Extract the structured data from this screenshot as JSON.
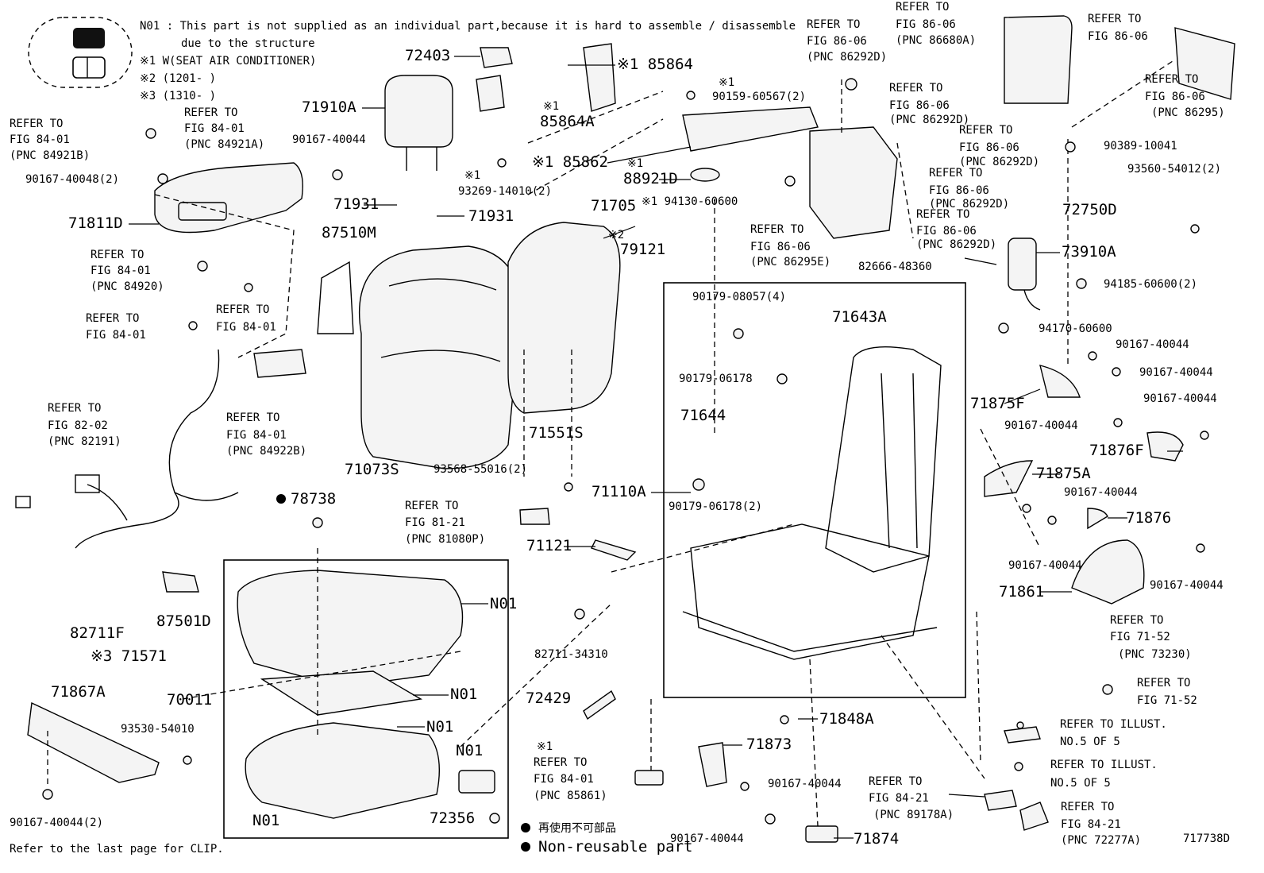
{
  "notes": {
    "n01_line1": "N01 : This part is not supplied as an individual part,because it is hard to assemble / disassemble",
    "n01_line2": "due to the structure",
    "k1": "※1 W(SEAT AIR CONDITIONER)",
    "k2": "※2 (1201-        )",
    "k3": "※3 (1310-        )"
  },
  "footer": {
    "clip_note": "Refer to the last page for CLIP.",
    "nonreusable_jp": "再使用不可部品",
    "nonreusable_en": "Non-reusable part",
    "figure_code": "717738D"
  },
  "labels": [
    {
      "id": "l01",
      "text": "72403"
    },
    {
      "id": "l02",
      "text": "※1 85864"
    },
    {
      "id": "l03",
      "text": "71910A"
    },
    {
      "id": "l04",
      "text": "※1"
    },
    {
      "id": "l05",
      "text": "85864A"
    },
    {
      "id": "l06",
      "text": "※1 85862"
    },
    {
      "id": "l07",
      "text": "※1"
    },
    {
      "id": "l08",
      "text": "88921D"
    },
    {
      "id": "l09",
      "text": "※1"
    },
    {
      "id": "l10",
      "text": "90159-60567(2)"
    },
    {
      "id": "l11",
      "text": "REFER TO"
    },
    {
      "id": "l12",
      "text": "FIG 84-01"
    },
    {
      "id": "l13",
      "text": "(PNC 84921B)"
    },
    {
      "id": "l14",
      "text": "REFER TO"
    },
    {
      "id": "l15",
      "text": "FIG 84-01"
    },
    {
      "id": "l16",
      "text": "(PNC 84921A)"
    },
    {
      "id": "l17",
      "text": "90167-40044"
    },
    {
      "id": "l18",
      "text": "90167-40048(2)"
    },
    {
      "id": "l19",
      "text": "71931"
    },
    {
      "id": "l20",
      "text": "71931"
    },
    {
      "id": "l21",
      "text": "※1"
    },
    {
      "id": "l22",
      "text": "93269-14010(2)"
    },
    {
      "id": "l23",
      "text": "71811D"
    },
    {
      "id": "l24",
      "text": "87510M"
    },
    {
      "id": "l25",
      "text": "71705"
    },
    {
      "id": "l26",
      "text": "※1 94130-60600"
    },
    {
      "id": "l27",
      "text": "※2"
    },
    {
      "id": "l28",
      "text": "79121"
    },
    {
      "id": "l29",
      "text": "REFER TO"
    },
    {
      "id": "l30",
      "text": "FIG 84-01"
    },
    {
      "id": "l31",
      "text": "(PNC 84920)"
    },
    {
      "id": "l32",
      "text": "REFER TO"
    },
    {
      "id": "l33",
      "text": "FIG 84-01"
    },
    {
      "id": "l34",
      "text": "REFER TO"
    },
    {
      "id": "l35",
      "text": "FIG 84-01"
    },
    {
      "id": "l36",
      "text": "REFER TO"
    },
    {
      "id": "l37",
      "text": "FIG 82-02"
    },
    {
      "id": "l38",
      "text": "(PNC 82191)"
    },
    {
      "id": "l39",
      "text": "REFER TO"
    },
    {
      "id": "l40",
      "text": "FIG 84-01"
    },
    {
      "id": "l41",
      "text": "(PNC 84922B)"
    },
    {
      "id": "l42",
      "text": "71073S"
    },
    {
      "id": "l43",
      "text": "71551S"
    },
    {
      "id": "l44",
      "text": "93568-55016(2)"
    },
    {
      "id": "l45",
      "text": "REFER TO"
    },
    {
      "id": "l46",
      "text": "FIG 81-21"
    },
    {
      "id": "l47",
      "text": "(PNC 81080P)"
    },
    {
      "id": "l48",
      "text": "78738"
    },
    {
      "id": "l49",
      "text": "71110A"
    },
    {
      "id": "l50",
      "text": "71121"
    },
    {
      "id": "l51",
      "text": "82711F"
    },
    {
      "id": "l52",
      "text": "87501D"
    },
    {
      "id": "l53",
      "text": "N01"
    },
    {
      "id": "l54",
      "text": "82711-34310"
    },
    {
      "id": "l55",
      "text": "※3 71571"
    },
    {
      "id": "l56",
      "text": "70011"
    },
    {
      "id": "l57",
      "text": "N01"
    },
    {
      "id": "l58",
      "text": "72429"
    },
    {
      "id": "l59",
      "text": "71867A"
    },
    {
      "id": "l60",
      "text": "N01"
    },
    {
      "id": "l61",
      "text": "93530-54010"
    },
    {
      "id": "l62",
      "text": "N01"
    },
    {
      "id": "l63",
      "text": "※1"
    },
    {
      "id": "l64",
      "text": "REFER TO"
    },
    {
      "id": "l65",
      "text": "FIG 84-01"
    },
    {
      "id": "l66",
      "text": "(PNC 85861)"
    },
    {
      "id": "l67",
      "text": "90167-40044(2)"
    },
    {
      "id": "l68",
      "text": "N01"
    },
    {
      "id": "l69",
      "text": "72356"
    },
    {
      "id": "l70",
      "text": "REFER TO"
    },
    {
      "id": "l71",
      "text": "FIG 86-06"
    },
    {
      "id": "l72",
      "text": "(PNC 86292D)"
    },
    {
      "id": "l73",
      "text": "REFER TO"
    },
    {
      "id": "l74",
      "text": "FIG 86-06"
    },
    {
      "id": "l75",
      "text": "(PNC 86680A)"
    },
    {
      "id": "l76",
      "text": "REFER TO"
    },
    {
      "id": "l77",
      "text": "FIG 86-06"
    },
    {
      "id": "l78",
      "text": "REFER TO"
    },
    {
      "id": "l79",
      "text": "FIG 86-06"
    },
    {
      "id": "l80",
      "text": "(PNC 86295)"
    },
    {
      "id": "l81",
      "text": "REFER TO"
    },
    {
      "id": "l82",
      "text": "FIG 86-06"
    },
    {
      "id": "l83",
      "text": "(PNC 86292D)"
    },
    {
      "id": "l84",
      "text": "REFER TO"
    },
    {
      "id": "l85",
      "text": "FIG 86-06"
    },
    {
      "id": "l86",
      "text": "(PNC 86292D)"
    },
    {
      "id": "l87",
      "text": "90389-10041"
    },
    {
      "id": "l88",
      "text": "REFER TO"
    },
    {
      "id": "l89",
      "text": "FIG 86-06"
    },
    {
      "id": "l90",
      "text": "(PNC 86292D)"
    },
    {
      "id": "l91",
      "text": "93560-54012(2)"
    },
    {
      "id": "l92",
      "text": "REFER TO"
    },
    {
      "id": "l93",
      "text": "FIG 86-06"
    },
    {
      "id": "l94",
      "text": "(PNC 86292D)"
    },
    {
      "id": "l95",
      "text": "72750D"
    },
    {
      "id": "l96",
      "text": "REFER TO"
    },
    {
      "id": "l97",
      "text": "FIG 86-06"
    },
    {
      "id": "l98",
      "text": "(PNC 86295E)"
    },
    {
      "id": "l99",
      "text": "73910A"
    },
    {
      "id": "l100",
      "text": "82666-48360"
    },
    {
      "id": "l101",
      "text": "94185-60600(2)"
    },
    {
      "id": "l102",
      "text": "90179-08057(4)"
    },
    {
      "id": "l103",
      "text": "71643A"
    },
    {
      "id": "l104",
      "text": "94170-60600"
    },
    {
      "id": "l105",
      "text": "90167-40044"
    },
    {
      "id": "l106",
      "text": "90179-06178"
    },
    {
      "id": "l107",
      "text": "90167-40044"
    },
    {
      "id": "l108",
      "text": "71644"
    },
    {
      "id": "l109",
      "text": "71875F"
    },
    {
      "id": "l110",
      "text": "90167-40044"
    },
    {
      "id": "l111",
      "text": "90167-40044"
    },
    {
      "id": "l112",
      "text": "71876F"
    },
    {
      "id": "l113",
      "text": "90179-06178(2)"
    },
    {
      "id": "l114",
      "text": "71875A"
    },
    {
      "id": "l115",
      "text": "90167-40044"
    },
    {
      "id": "l116",
      "text": "71876"
    },
    {
      "id": "l117",
      "text": "90167-40044"
    },
    {
      "id": "l118",
      "text": "90167-40044"
    },
    {
      "id": "l119",
      "text": "71861"
    },
    {
      "id": "l120",
      "text": "REFER TO"
    },
    {
      "id": "l121",
      "text": "FIG 71-52"
    },
    {
      "id": "l122",
      "text": "(PNC 73230)"
    },
    {
      "id": "l123",
      "text": "REFER TO"
    },
    {
      "id": "l124",
      "text": "FIG 71-52"
    },
    {
      "id": "l125",
      "text": "71848A"
    },
    {
      "id": "l126",
      "text": "REFER TO ILLUST."
    },
    {
      "id": "l127",
      "text": "NO.5 OF 5"
    },
    {
      "id": "l128",
      "text": "REFER TO ILLUST."
    },
    {
      "id": "l129",
      "text": "NO.5 OF 5"
    },
    {
      "id": "l130",
      "text": "71873"
    },
    {
      "id": "l131",
      "text": "90167-40044"
    },
    {
      "id": "l132",
      "text": "REFER TO"
    },
    {
      "id": "l133",
      "text": "FIG 84-21"
    },
    {
      "id": "l134",
      "text": "(PNC 89178A)"
    },
    {
      "id": "l135",
      "text": "REFER TO"
    },
    {
      "id": "l136",
      "text": "FIG 84-21"
    },
    {
      "id": "l137",
      "text": "(PNC 72277A)"
    },
    {
      "id": "l138",
      "text": "90167-40044"
    },
    {
      "id": "l139",
      "text": "71874"
    }
  ]
}
